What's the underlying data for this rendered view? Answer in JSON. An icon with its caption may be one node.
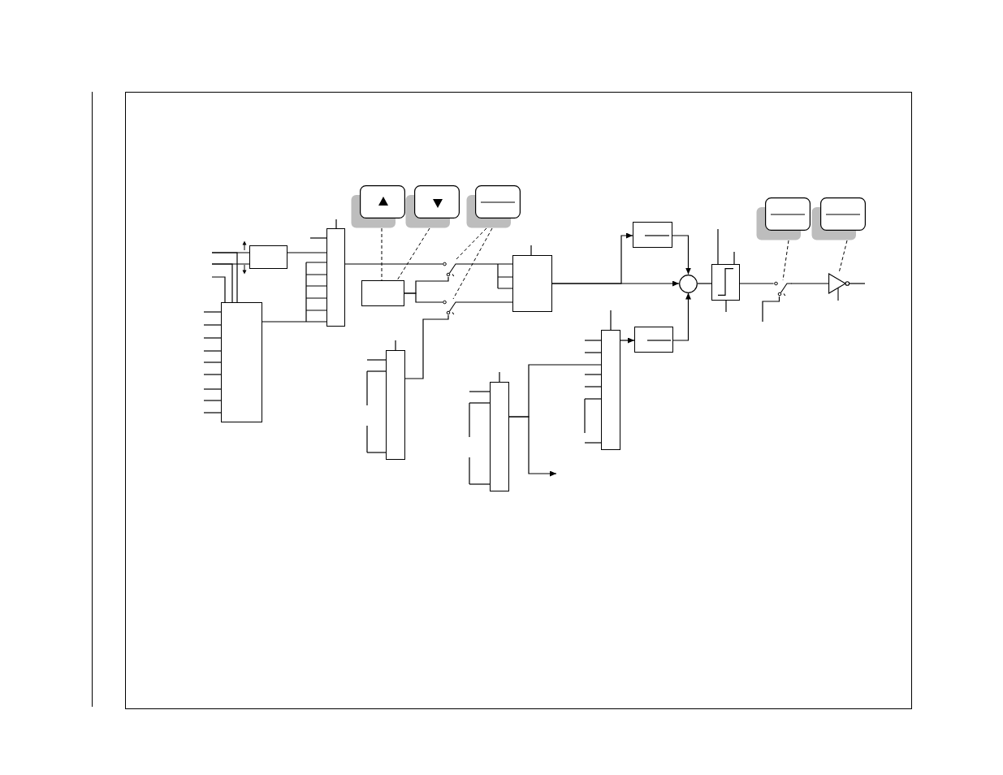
{
  "diagram": {
    "nodes": [
      {
        "text": [],
        "shape": "key"
      },
      {
        "text": [],
        "shape": "key"
      },
      {
        "text": [],
        "shape": "key"
      },
      {
        "text": [],
        "shape": "key"
      },
      {
        "text": [],
        "shape": "key"
      },
      {
        "text": [],
        "shape": "box"
      },
      {
        "text": [],
        "shape": "box"
      },
      {
        "text": [],
        "shape": "box"
      },
      {
        "text": [],
        "shape": "box"
      },
      {
        "text": [],
        "shape": "switch"
      },
      {
        "text": [],
        "shape": "switch"
      },
      {
        "text": [],
        "shape": "box"
      },
      {
        "text": [],
        "shape": "box"
      },
      {
        "text": [],
        "shape": "circle"
      },
      {
        "text": [],
        "shape": "box"
      },
      {
        "text": [],
        "shape": "box"
      },
      {
        "text": [],
        "shape": "switch"
      },
      {
        "text": [],
        "shape": "triangle"
      },
      {
        "text": [],
        "shape": "box"
      },
      {
        "text": [],
        "shape": "box"
      },
      {
        "text": [],
        "shape": "box"
      }
    ],
    "edges": [
      {
        "from": 0,
        "to": 8,
        "arrow": "none",
        "style": "dashed"
      },
      {
        "from": 1,
        "to": 8,
        "arrow": "none",
        "style": "dashed"
      },
      {
        "from": 2,
        "to": 9,
        "arrow": "none",
        "style": "dashed"
      },
      {
        "from": 2,
        "to": 10,
        "arrow": "none",
        "style": "dashed"
      },
      {
        "from": 3,
        "to": 16,
        "arrow": "none",
        "style": "dashed"
      },
      {
        "from": 4,
        "to": 17,
        "arrow": "none",
        "style": "dashed"
      },
      {
        "from": null,
        "to": 5,
        "arrow": "none"
      },
      {
        "from": null,
        "to": 5,
        "arrow": "none"
      },
      {
        "from": null,
        "to": 7,
        "arrow": "none"
      },
      {
        "from": null,
        "to": 7,
        "arrow": "none"
      },
      {
        "from": null,
        "to": 7,
        "arrow": "none"
      },
      {
        "from": 5,
        "to": 6,
        "arrow": "none"
      },
      {
        "from": 7,
        "to": 6,
        "arrow": "none"
      },
      {
        "from": null,
        "to": 7,
        "arrow": "none"
      },
      {
        "from": null,
        "to": 7,
        "arrow": "none"
      },
      {
        "from": null,
        "to": 7,
        "arrow": "none"
      },
      {
        "from": null,
        "to": 7,
        "arrow": "none"
      },
      {
        "from": null,
        "to": 7,
        "arrow": "none"
      },
      {
        "from": null,
        "to": 7,
        "arrow": "none"
      },
      {
        "from": null,
        "to": 7,
        "arrow": "none"
      },
      {
        "from": null,
        "to": 7,
        "arrow": "none"
      },
      {
        "from": null,
        "to": 7,
        "arrow": "none"
      },
      {
        "from": null,
        "to": 6,
        "arrow": "none"
      },
      {
        "from": null,
        "to": 6,
        "arrow": "none"
      },
      {
        "from": 6,
        "to": 9,
        "arrow": "none"
      },
      {
        "from": 8,
        "to": 9,
        "arrow": "none"
      },
      {
        "from": 8,
        "to": 10,
        "arrow": "none"
      },
      {
        "from": 18,
        "to": 10,
        "arrow": "none"
      },
      {
        "from": 9,
        "to": 11,
        "arrow": "none"
      },
      {
        "from": 10,
        "to": 11,
        "arrow": "none"
      },
      {
        "from": null,
        "to": 11,
        "arrow": "none"
      },
      {
        "from": 11,
        "to": 13,
        "arrow": "to"
      },
      {
        "from": 11,
        "to": 12,
        "arrow": "to"
      },
      {
        "from": 12,
        "to": 13,
        "arrow": "to"
      },
      {
        "from": 14,
        "to": 13,
        "arrow": "to"
      },
      {
        "from": 20,
        "to": 14,
        "arrow": "to"
      },
      {
        "from": 19,
        "to": 20,
        "arrow": "none"
      },
      {
        "from": 19,
        "to": null,
        "arrow": "to"
      },
      {
        "from": 13,
        "to": 15,
        "arrow": "none"
      },
      {
        "from": 15,
        "to": 16,
        "arrow": "none"
      },
      {
        "from": 16,
        "to": 17,
        "arrow": "none"
      },
      {
        "from": 17,
        "to": null,
        "arrow": "none"
      },
      {
        "from": null,
        "to": 16,
        "arrow": "none"
      },
      {
        "from": null,
        "to": 15,
        "arrow": "none"
      },
      {
        "from": null,
        "to": 15,
        "arrow": "none"
      },
      {
        "from": null,
        "to": 15,
        "arrow": "none"
      },
      {
        "from": null,
        "to": 18,
        "arrow": "none"
      },
      {
        "from": null,
        "to": 18,
        "arrow": "none"
      },
      {
        "from": null,
        "to": 18,
        "arrow": "none"
      },
      {
        "from": null,
        "to": 18,
        "arrow": "none"
      },
      {
        "from": null,
        "to": 19,
        "arrow": "none"
      },
      {
        "from": null,
        "to": 19,
        "arrow": "none"
      },
      {
        "from": null,
        "to": 19,
        "arrow": "none"
      },
      {
        "from": null,
        "to": 19,
        "arrow": "none"
      },
      {
        "from": null,
        "to": 20,
        "arrow": "none"
      },
      {
        "from": null,
        "to": 20,
        "arrow": "none"
      },
      {
        "from": null,
        "to": 20,
        "arrow": "none"
      },
      {
        "from": null,
        "to": 20,
        "arrow": "none"
      },
      {
        "from": null,
        "to": 20,
        "arrow": "none"
      },
      {
        "from": null,
        "to": 20,
        "arrow": "none"
      },
      {
        "from": null,
        "to": 20,
        "arrow": "none"
      }
    ]
  }
}
